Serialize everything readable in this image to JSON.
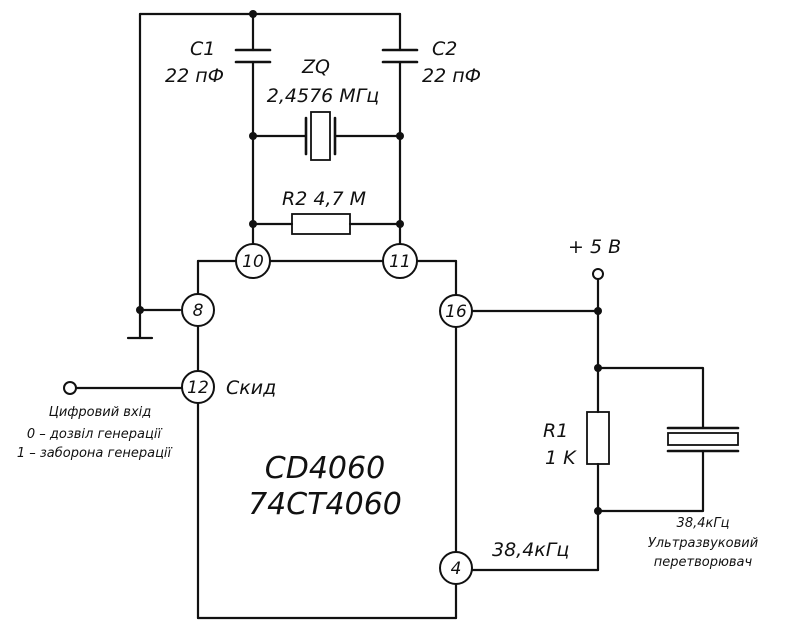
{
  "components": {
    "c1": {
      "name": "C1",
      "value": "22 пФ"
    },
    "c2": {
      "name": "C2",
      "value": "22 пФ"
    },
    "zq": {
      "name": "ZQ",
      "value": "2,4576 МГц"
    },
    "r2": {
      "label": "R2 4,7 М"
    },
    "r1": {
      "name": "R1",
      "value": "1 K"
    }
  },
  "chip": {
    "line1": "CD4060",
    "line2": "74CT4060",
    "pins": {
      "p10": "10",
      "p11": "11",
      "p8": "8",
      "p12": "12",
      "p16": "16",
      "p4": "4"
    },
    "reset_label": "Скид"
  },
  "power": {
    "label": "+ 5 В"
  },
  "input": {
    "title": "Цифровий вхід",
    "line0": "0 – дозвіл генерації",
    "line1": "1 – заборона генерації"
  },
  "output": {
    "freq": "38,4кГц"
  },
  "transducer": {
    "freq": "38,4кГц",
    "line1": "Ультразвуковий",
    "line2": "перетворювач"
  }
}
